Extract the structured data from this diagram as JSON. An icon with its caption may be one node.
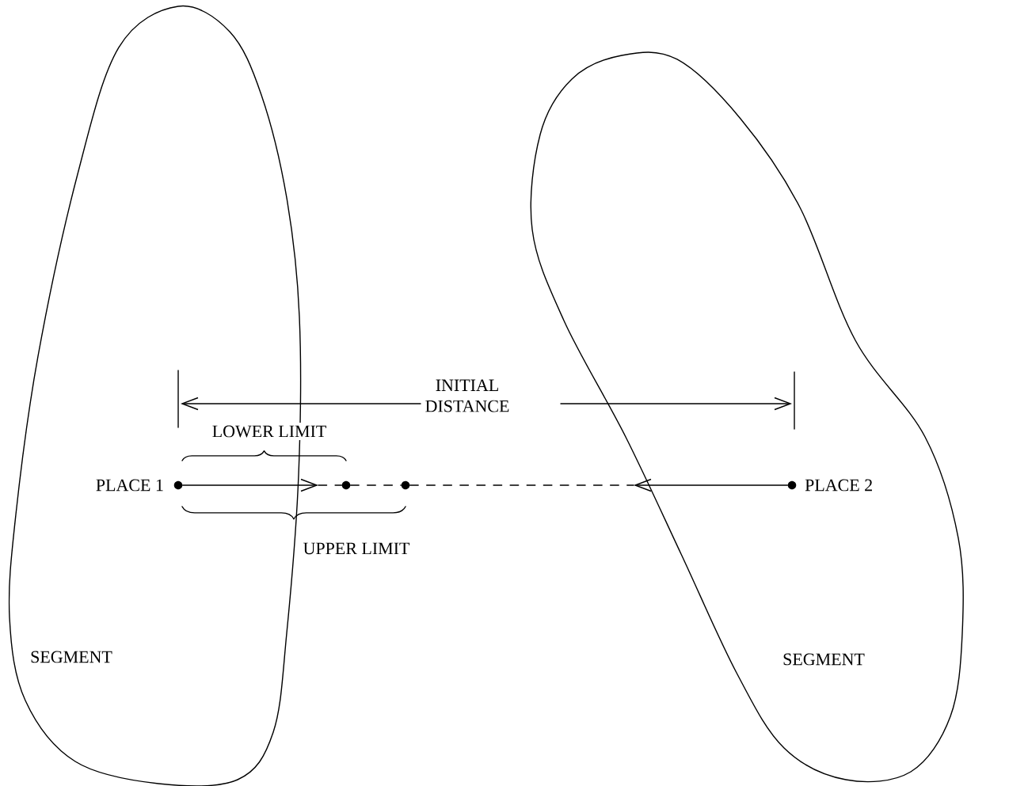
{
  "diagram": {
    "nodes": [
      {
        "text": [
          "SEGMENT"
        ]
      },
      {
        "text": [
          "SEGMENT"
        ]
      },
      {
        "text": [],
        "shape": "circle",
        "beside": [
          "PLACE 1"
        ],
        "in": 0
      },
      {
        "text": [],
        "shape": "circle"
      },
      {
        "text": [],
        "shape": "circle"
      },
      {
        "text": [],
        "shape": "circle",
        "beside": [
          "PLACE 2"
        ],
        "in": 1
      }
    ],
    "edges": [
      {
        "from": 2,
        "to": null,
        "arrow": "to"
      },
      {
        "from": null,
        "to": 3,
        "arrow": "none",
        "style": "dashed"
      },
      {
        "from": 3,
        "to": 4,
        "arrow": "none",
        "style": "dashed"
      },
      {
        "from": 4,
        "to": null,
        "arrow": "none",
        "style": "dashed"
      },
      {
        "from": 5,
        "to": null,
        "arrow": "to"
      }
    ],
    "labels": [
      "INITIAL DISTANCE",
      "LOWER LIMIT",
      "UPPER LIMIT"
    ]
  }
}
